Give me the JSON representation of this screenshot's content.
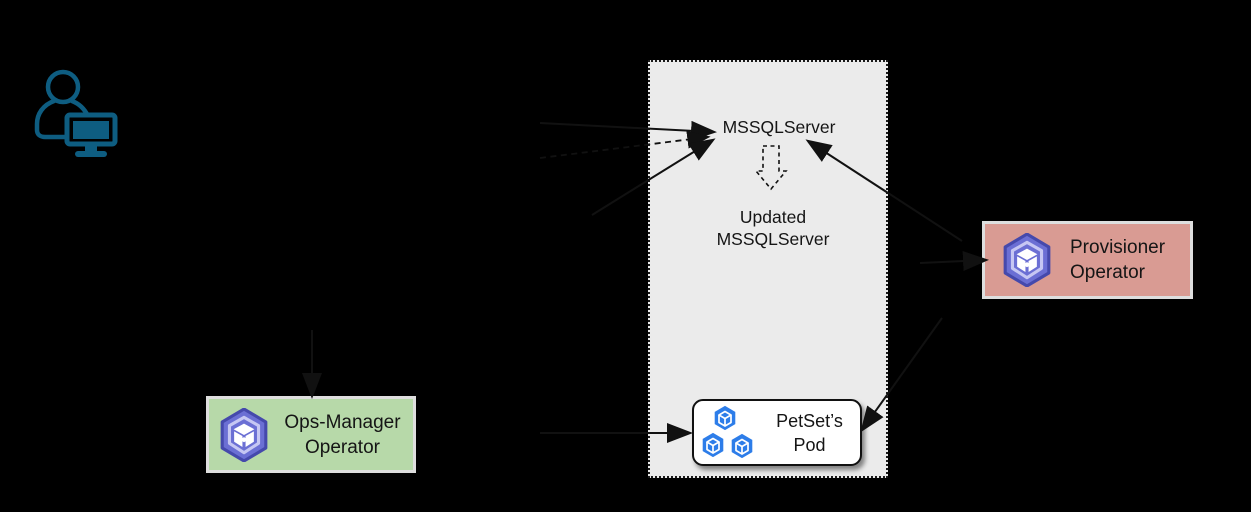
{
  "diagram_title": "MSSQLServer operator flow diagram",
  "colors": {
    "bg": "#000000",
    "panel_fill": "#ebebeb",
    "ops_fill": "#b7d9a9",
    "prov_fill": "#d99b93",
    "operator_body": "#6b6fd4",
    "operator_dark": "#4549ac",
    "operator_light": "#c6c7f3",
    "pod_blue": "#2d7de9",
    "person_blue": "#0e5d81",
    "line": "#111111"
  },
  "user": {
    "icon": "person-at-computer-icon"
  },
  "panel": {
    "mssql_label": "MSSQLServer",
    "updated_label": "Updated\nMSSQLServer",
    "update_arrow_icon": "dashed-down-arrow-icon"
  },
  "pod": {
    "label": "PetSet’s\nPod",
    "icon": "pod-cubes-icon"
  },
  "nodes": {
    "ops_manager": {
      "label": "Ops-Manager\nOperator",
      "icon": "operator-cube-icon"
    },
    "provisioner": {
      "label": "Provisioner\nOperator",
      "icon": "operator-cube-icon"
    }
  }
}
